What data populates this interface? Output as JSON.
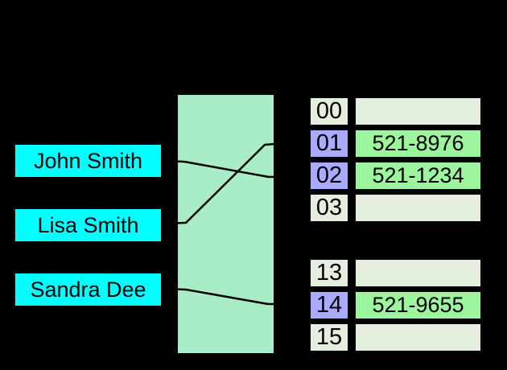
{
  "palette": {
    "bg": "#000000",
    "key-box": "#00FFFF",
    "hash-box": "#A9EDC6",
    "cell-empty": "#E3EEDF",
    "cell-filled": "#9CF59C",
    "cell-index-highlight": "#AAAAFF",
    "line": "#000000",
    "text": "#000000"
  },
  "keys": [
    {
      "label": "John Smith"
    },
    {
      "label": "Lisa Smith"
    },
    {
      "label": "Sandra Dee"
    }
  ],
  "buckets": [
    {
      "index": "00",
      "value": "",
      "highlighted": false
    },
    {
      "index": "01",
      "value": "521-8976",
      "highlighted": true
    },
    {
      "index": "02",
      "value": "521-1234",
      "highlighted": true
    },
    {
      "index": "03",
      "value": "",
      "highlighted": false
    },
    {
      "index": "13",
      "value": "",
      "highlighted": false
    },
    {
      "index": "14",
      "value": "521-9655",
      "highlighted": true
    },
    {
      "index": "15",
      "value": "",
      "highlighted": false
    }
  ],
  "connections": [
    {
      "from": "John Smith",
      "to": "02"
    },
    {
      "from": "Lisa Smith",
      "to": "01"
    },
    {
      "from": "Sandra Dee",
      "to": "14"
    }
  ]
}
